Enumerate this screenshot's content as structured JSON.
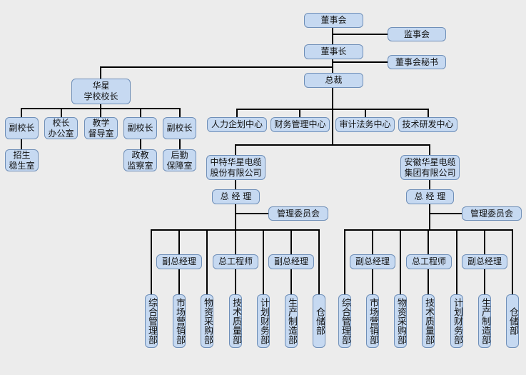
{
  "colors": {
    "box_fill": "#c6d9f1",
    "box_border": "#6f8fb8",
    "line": "#000000",
    "background": "#ececec"
  },
  "top": {
    "board": "董事会",
    "supervisors": "监事会",
    "chairman": "董事长",
    "board_secretary": "董事会秘书",
    "president": "总裁"
  },
  "school": {
    "head": "华星\n学校校长",
    "children": [
      {
        "label": "副校长",
        "sub": "招生\n稳生室"
      },
      {
        "label": "校长\n办公室"
      },
      {
        "label": "教学\n督导室"
      },
      {
        "label": "副校长",
        "sub": "政教\n监察室"
      },
      {
        "label": "副校长",
        "sub": "后勤\n保障室"
      }
    ]
  },
  "centers": [
    "人力企划中心",
    "财务管理中心",
    "审计法务中心",
    "技术研发中心"
  ],
  "companies": [
    {
      "name": "中特华星电缆\n股份有限公司",
      "gm": "总 经 理",
      "committee": "管理委员会",
      "managers": [
        "副总经理",
        "总工程师",
        "副总经理"
      ],
      "departments": [
        "综合管理部",
        "市场营销部",
        "物资采购部",
        "技术质量部",
        "计划财务部",
        "生产制造部",
        "仓储部"
      ]
    },
    {
      "name": "安徽华星电缆\n集团有限公司",
      "gm": "总 经 理",
      "committee": "管理委员会",
      "managers": [
        "副总经理",
        "总工程师",
        "副总经理"
      ],
      "departments": [
        "综合管理部",
        "市场营销部",
        "物资采购部",
        "技术质量部",
        "计划财务部",
        "生产制造部",
        "仓储部"
      ]
    }
  ]
}
